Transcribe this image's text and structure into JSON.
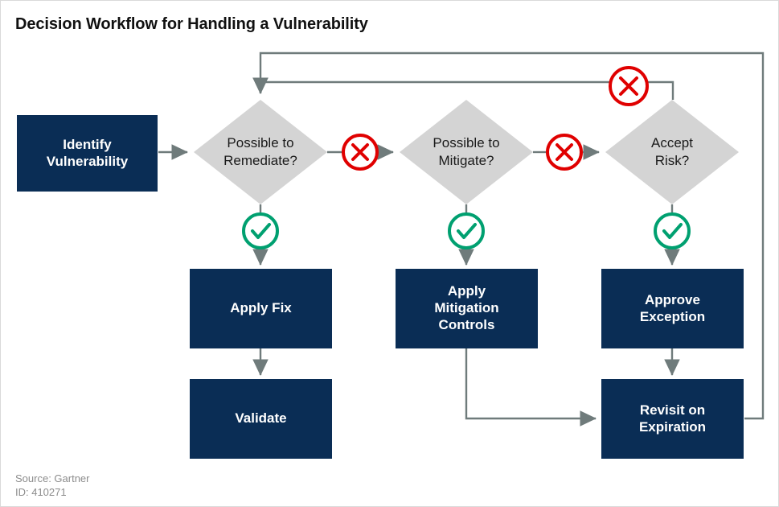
{
  "title": "Decision Workflow for Handling a Vulnerability",
  "footer": {
    "source": "Source: Gartner",
    "id": "ID: 410271"
  },
  "colors": {
    "process_fill": "#0a2d55",
    "decision_fill": "#d4d4d4",
    "connector": "#6f7b7b",
    "reject": "#e00000",
    "accept": "#00a070",
    "title_text": "#111111",
    "footer_text": "#8c8c8c",
    "canvas": "#ffffff"
  },
  "nodes": {
    "identify": {
      "label": "Identify\nVulnerability",
      "type": "process"
    },
    "remediate": {
      "label": "Possible to\nRemediate?",
      "type": "decision"
    },
    "mitigate": {
      "label": "Possible to\nMitigate?",
      "type": "decision"
    },
    "accept_risk": {
      "label": "Accept\nRisk?",
      "type": "decision"
    },
    "apply_fix": {
      "label": "Apply Fix",
      "type": "process"
    },
    "apply_mitigation": {
      "label": "Apply\nMitigation\nControls",
      "type": "process"
    },
    "approve_exception": {
      "label": "Approve\nException",
      "type": "process"
    },
    "validate": {
      "label": "Validate",
      "type": "process"
    },
    "revisit": {
      "label": "Revisit on\nExpiration",
      "type": "process"
    }
  },
  "markers": {
    "reject_remediate": {
      "kind": "reject",
      "symbol": "x-circle"
    },
    "reject_mitigate": {
      "kind": "reject",
      "symbol": "x-circle"
    },
    "reject_accept_risk": {
      "kind": "reject",
      "symbol": "x-circle"
    },
    "accept_remediate": {
      "kind": "accept",
      "symbol": "check-circle"
    },
    "accept_mitigate": {
      "kind": "accept",
      "symbol": "check-circle"
    },
    "accept_accept_risk": {
      "kind": "accept",
      "symbol": "check-circle"
    }
  },
  "edges": [
    {
      "from": "identify",
      "to": "remediate",
      "branch": ""
    },
    {
      "from": "remediate",
      "to": "mitigate",
      "branch": "no"
    },
    {
      "from": "remediate",
      "to": "apply_fix",
      "branch": "yes"
    },
    {
      "from": "mitigate",
      "to": "accept_risk",
      "branch": "no"
    },
    {
      "from": "mitigate",
      "to": "apply_mitigation",
      "branch": "yes"
    },
    {
      "from": "accept_risk",
      "to": "remediate",
      "branch": "no"
    },
    {
      "from": "accept_risk",
      "to": "approve_exception",
      "branch": "yes"
    },
    {
      "from": "apply_fix",
      "to": "validate",
      "branch": ""
    },
    {
      "from": "apply_mitigation",
      "to": "revisit",
      "branch": ""
    },
    {
      "from": "approve_exception",
      "to": "revisit",
      "branch": ""
    },
    {
      "from": "revisit",
      "to": "remediate",
      "branch": ""
    }
  ]
}
